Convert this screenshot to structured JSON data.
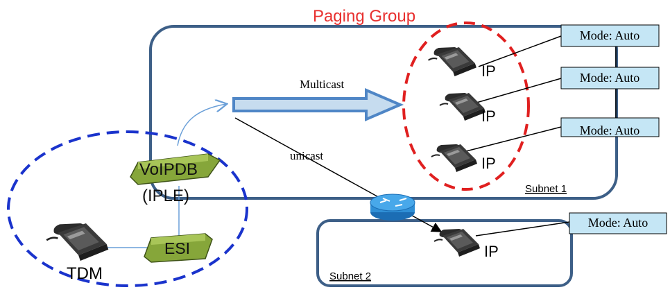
{
  "title": "Paging Group",
  "subnets": [
    "Subnet 1",
    "Subnet 2"
  ],
  "mode_labels": [
    "Mode: Auto",
    "Mode: Auto",
    "Mode: Auto",
    "Mode: Auto"
  ],
  "phone_labels": [
    "IP",
    "IP",
    "IP",
    "IP"
  ],
  "tdm_label": "TDM",
  "voipdb_label": "VoIPDB",
  "iple_label": "(IPLE)",
  "esi_label": "ESI",
  "multicast_label": "Multicast",
  "unicast_label": "unicast",
  "colors": {
    "title_red": "#e8302f",
    "subnet_border": "#3d5f87",
    "group_red": "#e02020",
    "dashed_blue": "#1a33cc",
    "mode_box_fill": "#c5e6f5",
    "arrow_fill": "#c6dcef",
    "arrow_stroke": "#4f86c6",
    "device_green": "#86a63a",
    "router_blue": "#2f8fd6"
  }
}
